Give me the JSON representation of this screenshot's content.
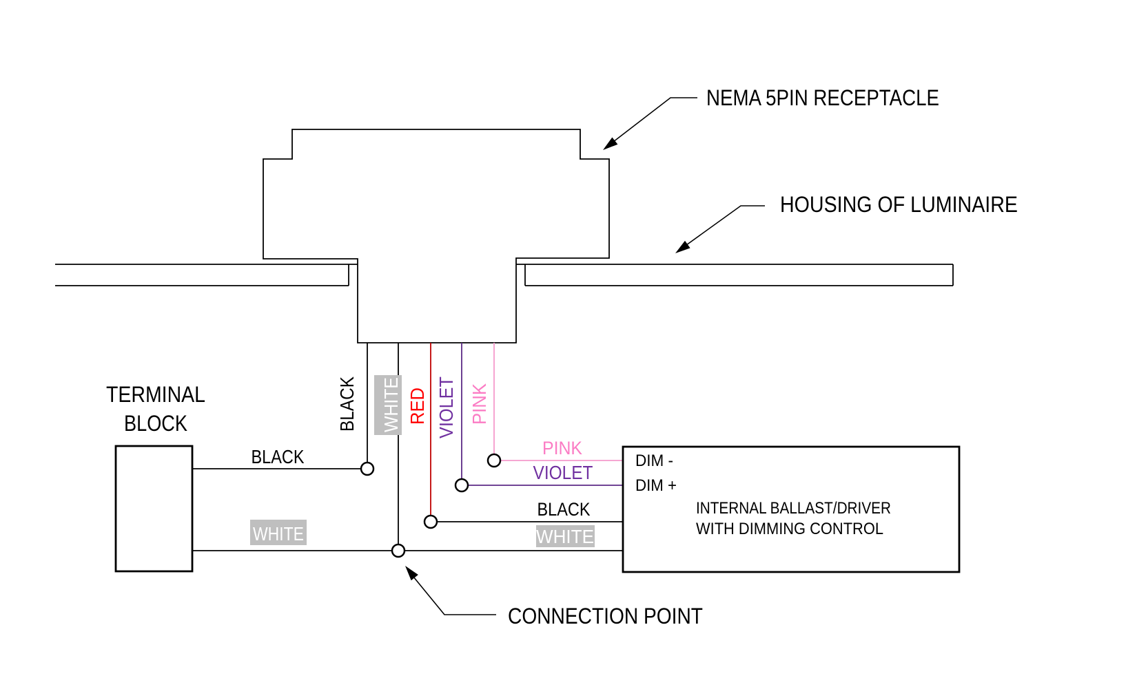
{
  "diagram": {
    "annotations": {
      "nema": "NEMA 5PIN RECEPTACLE",
      "housing": "HOUSING OF LUMINAIRE",
      "connection": "CONNECTION POINT"
    },
    "terminal_block": {
      "label_line1": "TERMINAL",
      "label_line2": "BLOCK"
    },
    "driver_box": {
      "dim_minus": "DIM -",
      "dim_plus": "DIM +",
      "title_line1": "INTERNAL BALLAST/DRIVER",
      "title_line2": "WITH DIMMING CONTROL"
    },
    "wire_labels": {
      "vertical": {
        "black": "BLACK",
        "white": "WHITE",
        "red": "RED",
        "violet": "VIOLET",
        "pink": "PINK"
      },
      "terminal_side": {
        "black": "BLACK",
        "white": "WHITE"
      },
      "driver_side": {
        "pink": "PINK",
        "violet": "VIOLET",
        "black": "BLACK",
        "white": "WHITE"
      }
    },
    "colors": {
      "background": "#FFFFFF",
      "black": "#000000",
      "red_wire": "#C00000",
      "red_text": "#FF0000",
      "violet_wire": "#5B2A86",
      "violet_text": "#7030A0",
      "pink_wire": "#F59ACC",
      "pink_text": "#FB7CC4",
      "label_bg": "#BFBFBF",
      "white_text": "#FFFFFF"
    }
  }
}
